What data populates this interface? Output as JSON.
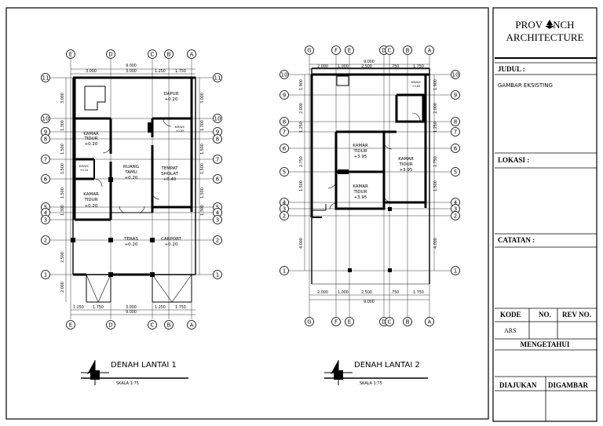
{
  "title_block": {
    "company_line1": "PROV",
    "company_line1b": "NCH",
    "company_line2": "ARCHITECTURE",
    "judul_label": "JUDUL :",
    "judul_value": "GAMBAR EKSISTING",
    "lokasi_label": "LOKASI :",
    "catatan_label": "CATATAN :",
    "kode_label": "KODE",
    "no_label": "NO.",
    "rev_label": "REV NO.",
    "kode_value": "ARS",
    "mengetahui_label": "MENGETAHUI",
    "diajukan_label": "DIAJUKAN",
    "digambar_label": "DIGAMBAR"
  },
  "plan1": {
    "title": "DENAH LANTAI 1",
    "scale": "SKALA 1:75",
    "grid_top": [
      "E",
      "D",
      "C",
      "B",
      "A"
    ],
    "grid_rows": [
      "11",
      "10",
      "9",
      "8",
      "7",
      "6",
      "5",
      "4",
      "3",
      "2",
      "1"
    ],
    "dims_top": [
      "3.000",
      "3.000",
      "1.250",
      "1.750"
    ],
    "dim_total": "9.000",
    "dims_bottom": [
      "1.250",
      "1.750",
      "3.000",
      "1.250",
      "1.750"
    ],
    "dims_left": [
      "3.000",
      "1.300",
      "1.500",
      "1.500",
      "1.500",
      "1.300",
      "2.500",
      "2.000"
    ],
    "rooms": [
      {
        "name": "DAPUR",
        "level": "+0.20"
      },
      {
        "name": "KAMAR TIDUR",
        "level": "+0.20"
      },
      {
        "name": "RUANG TAMU",
        "level": "+0.20"
      },
      {
        "name": "TEMPAT SHOLAT",
        "level": "+0.40"
      },
      {
        "name": "KAMAR TIDUR",
        "level": "+0.20"
      },
      {
        "name": "TERAS",
        "level": "+0.20"
      },
      {
        "name": "CARPORT",
        "level": "+0.20"
      },
      {
        "name": "KM/WC",
        "level": "+0.10"
      },
      {
        "name": "KM/WC",
        "level": "+0.05"
      }
    ]
  },
  "plan2": {
    "title": "DENAH LANTAI 2",
    "scale": "SKALA 1:75",
    "grid_top": [
      "G",
      "F",
      "E",
      "D",
      "C",
      "B",
      "A"
    ],
    "grid_rows": [
      "10",
      "9",
      "8",
      "7",
      "6",
      "5",
      "4",
      "3",
      "2",
      "1"
    ],
    "dims_top": [
      "2.000",
      "1.000",
      "2.500",
      ".750",
      "1.750"
    ],
    "dim_total": "9.000",
    "dims_bottom": [
      "2.000",
      "1.000",
      "2.500",
      ".750",
      "1.750"
    ],
    "dims_left": [
      "1.900",
      "2.000",
      "1.250",
      "2.750",
      "1.500",
      "4.000"
    ],
    "rooms": [
      {
        "name": "KAMAR TIDUR",
        "level": "+3.95"
      },
      {
        "name": "KAMAR TIDUR",
        "level": "+3.95"
      },
      {
        "name": "KAMAR TIDUR",
        "level": "+3.95"
      },
      {
        "name": "KM/WC",
        "level": "+3.85"
      }
    ]
  }
}
